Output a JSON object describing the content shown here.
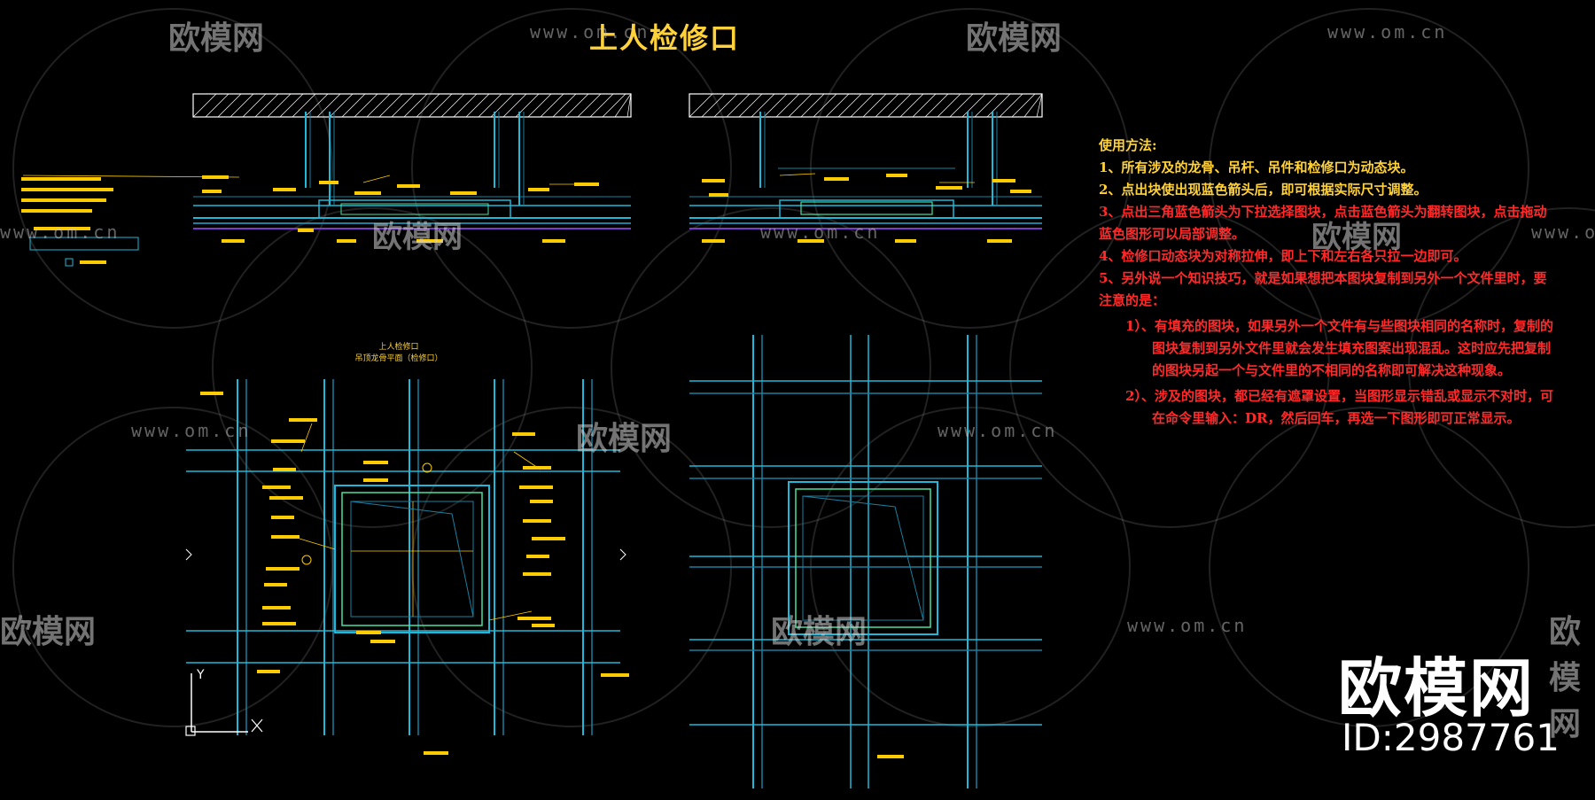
{
  "title": "上人检修口",
  "notes": {
    "heading": "使用方法:",
    "items": [
      {
        "text": "1、所有涉及的龙骨、吊杆、吊件和检修口为动态块。",
        "color": "yellow"
      },
      {
        "text": "2、点出块使出现蓝色箭头后，即可根据实际尺寸调整。",
        "color": "yellow"
      },
      {
        "text": "3、点出三角蓝色箭头为下拉选择图块，点击蓝色箭头为翻转图块，点击拖动蓝色图形可以局部调整。",
        "color": "red"
      },
      {
        "text": "4、检修口动态块为对称拉伸，即上下和左右各只拉一边即可。",
        "color": "red"
      },
      {
        "text": "5、另外说一个知识技巧，就是如果想把本图块复制到另外一个文件里时，要注意的是：",
        "color": "red"
      }
    ],
    "subitems": [
      "1）、有填充的图块，如果另外一个文件有与些图块相同的名称时，复制的图块复制到另外文件里就会发生填充图案出现混乱。这时应先把复制的图块另起一个与文件里的不相同的名称即可解决这种现象。",
      "2）、涉及的图块，都已经有遮罩设置，当图形显示错乱或显示不对时，可在命令里输入：DR，然后回车，再选一下图形即可正常显示。"
    ]
  },
  "plan_caption": [
    "上人检修口",
    "吊顶龙骨平面（检修口）"
  ],
  "watermarks": {
    "brand": "欧模网",
    "url": "www.om.cn"
  },
  "brand_block": {
    "name": "欧模网",
    "id": "ID:2987761"
  },
  "colors": {
    "background": "#000000",
    "title": "#ffd23a",
    "annotation": "#ffcc00",
    "frame": "#20b8d8",
    "frame_dark": "#1a7fa0",
    "frame_green": "#4ce0a0",
    "hatch": "#ffffff",
    "warning": "#ff2a2a"
  }
}
